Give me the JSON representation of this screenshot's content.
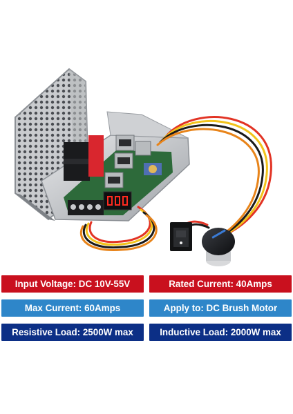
{
  "specs": [
    {
      "label": "Input Voltage: DC 10V-55V",
      "color": "#c9101e"
    },
    {
      "label": "Rated Current: 40Amps",
      "color": "#c9101e"
    },
    {
      "label": "Max Current: 60Amps",
      "color": "#2e86c9"
    },
    {
      "label": "Apply to: DC Brush Motor",
      "color": "#2e86c9"
    },
    {
      "label": "Resistive Load: 2500W max",
      "color": "#0c2f86"
    },
    {
      "label": "Inductive Load: 2000W max",
      "color": "#0c2f86"
    }
  ],
  "icons": [
    "motor-controller-board-photo",
    "heatsink-cage",
    "led-display",
    "rocker-switch",
    "potentiometer-knob",
    "wire-harness"
  ]
}
